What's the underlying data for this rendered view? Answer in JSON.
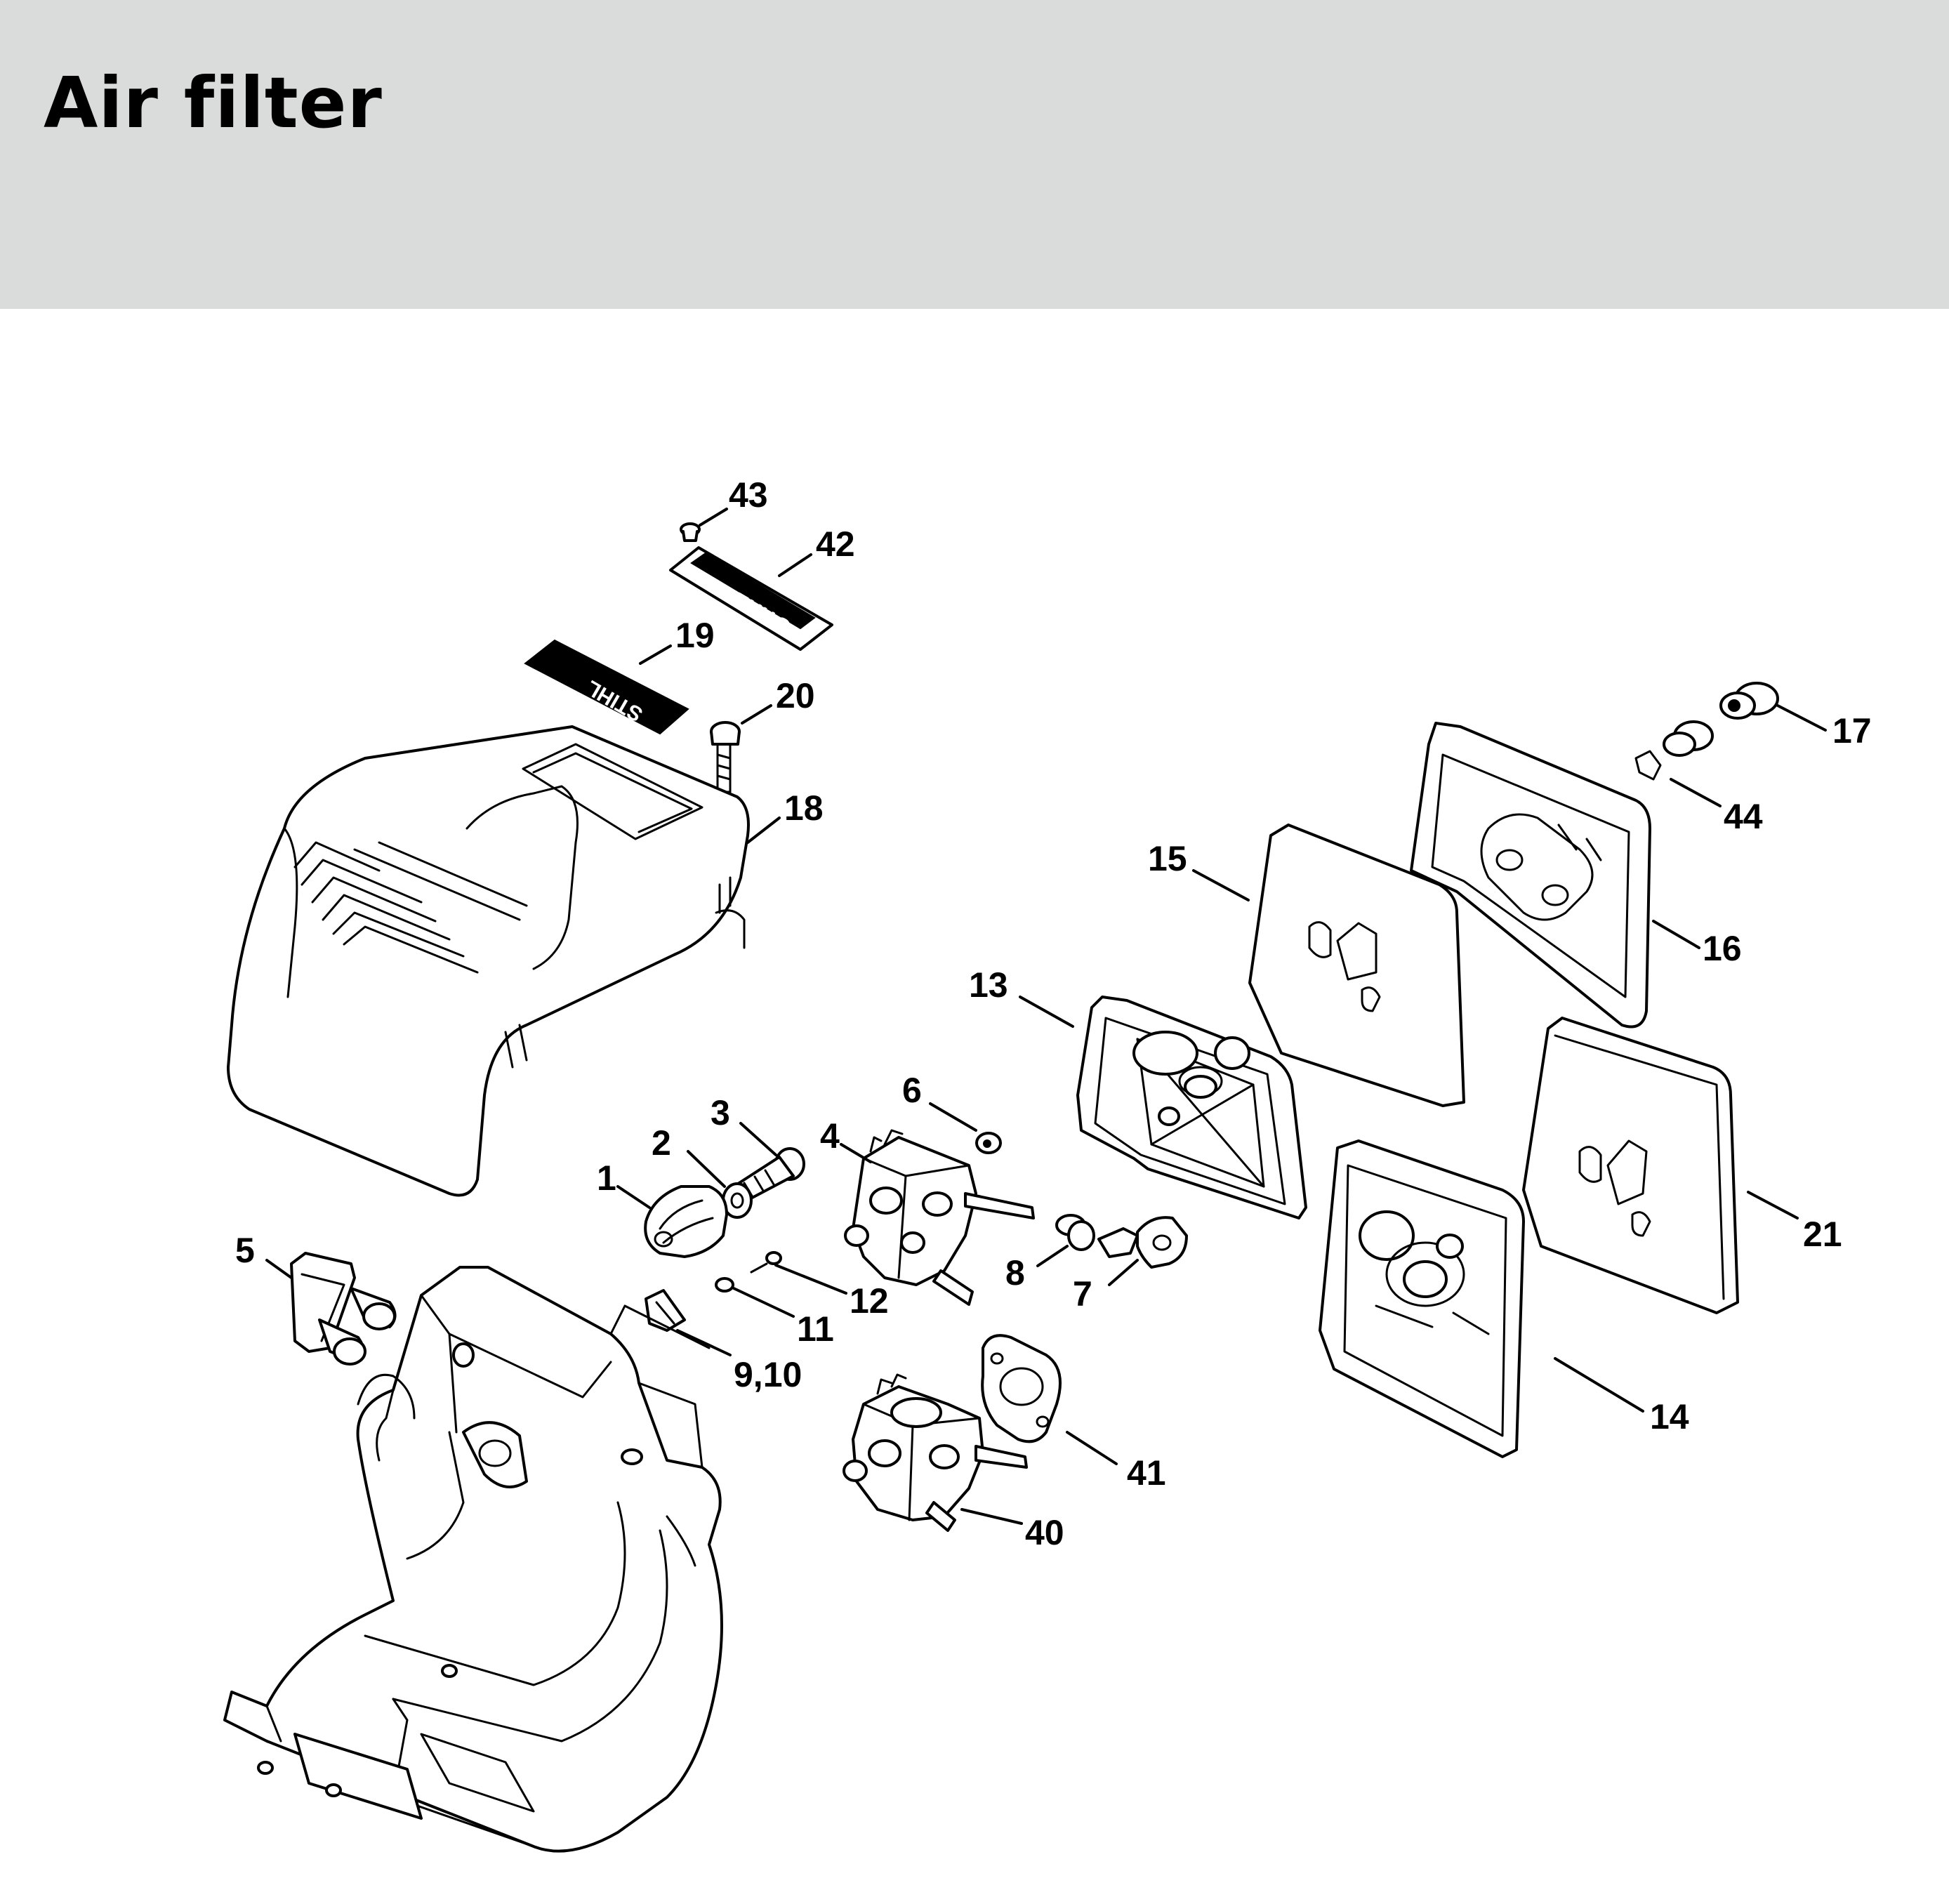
{
  "header": {
    "title": "Air filter",
    "background_color": "#dadcdb"
  },
  "plates": {
    "line1": "STIHL",
    "line2": "FS 220"
  },
  "callouts": {
    "c1": "1",
    "c2": "2",
    "c3": "3",
    "c4": "4",
    "c5": "5",
    "c6": "6",
    "c7": "7",
    "c8": "8",
    "c9_10": "9,10",
    "c11": "11",
    "c12": "12",
    "c13": "13",
    "c14": "14",
    "c15": "15",
    "c16": "16",
    "c17": "17",
    "c18": "18",
    "c19": "19",
    "c20": "20",
    "c21": "21",
    "c40": "40",
    "c41": "41",
    "c42": "42",
    "c43": "43",
    "c44": "44"
  }
}
